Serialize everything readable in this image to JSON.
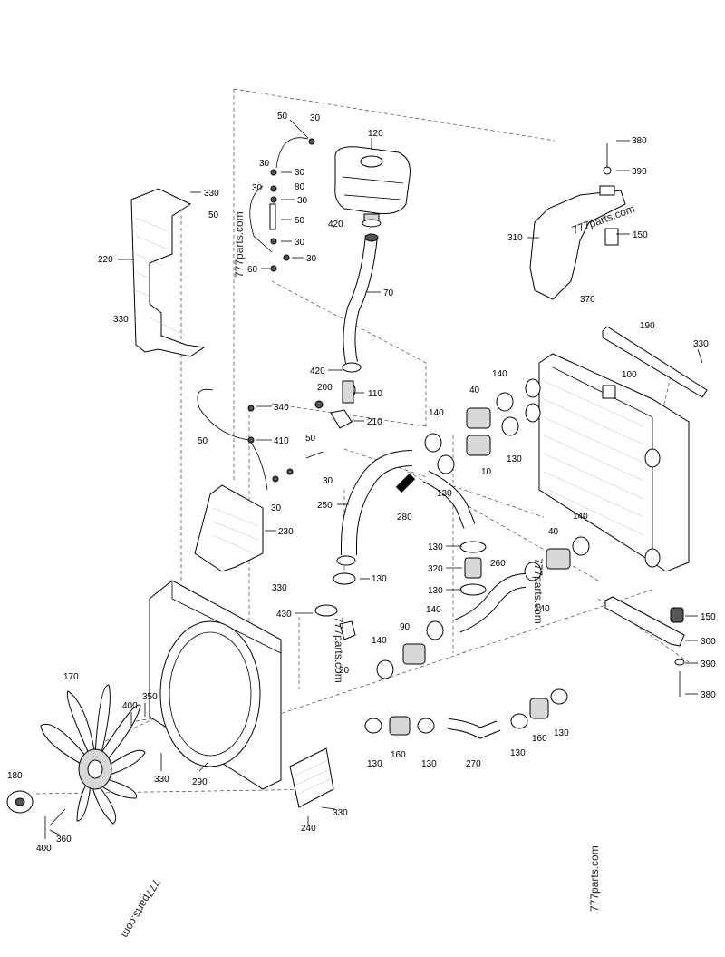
{
  "labels": [
    {
      "id": "l50a",
      "text": "50"
    },
    {
      "id": "l30a",
      "text": "30"
    },
    {
      "id": "l120",
      "text": "120"
    },
    {
      "id": "l380a",
      "text": "380"
    },
    {
      "id": "l390a",
      "text": "390"
    },
    {
      "id": "l30b",
      "text": "30"
    },
    {
      "id": "l30c",
      "text": "30"
    },
    {
      "id": "l30d",
      "text": "30"
    },
    {
      "id": "l80",
      "text": "80"
    },
    {
      "id": "l30e",
      "text": "30"
    },
    {
      "id": "l50b",
      "text": "50"
    },
    {
      "id": "l50c",
      "text": "50"
    },
    {
      "id": "l30f",
      "text": "30"
    },
    {
      "id": "l30g",
      "text": "30"
    },
    {
      "id": "l60",
      "text": "60"
    },
    {
      "id": "l420a",
      "text": "420"
    },
    {
      "id": "l330a",
      "text": "330"
    },
    {
      "id": "l220",
      "text": "220"
    },
    {
      "id": "l310",
      "text": "310"
    },
    {
      "id": "l150a",
      "text": "150"
    },
    {
      "id": "l70",
      "text": "70"
    },
    {
      "id": "l370",
      "text": "370"
    },
    {
      "id": "l330b",
      "text": "330"
    },
    {
      "id": "l190",
      "text": "190"
    },
    {
      "id": "l330c",
      "text": "330"
    },
    {
      "id": "l420b",
      "text": "420"
    },
    {
      "id": "l140a",
      "text": "140"
    },
    {
      "id": "l100",
      "text": "100"
    },
    {
      "id": "l200",
      "text": "200"
    },
    {
      "id": "l110",
      "text": "110"
    },
    {
      "id": "l40a",
      "text": "40"
    },
    {
      "id": "l340",
      "text": "340"
    },
    {
      "id": "l210",
      "text": "210"
    },
    {
      "id": "l140b",
      "text": "140"
    },
    {
      "id": "l130a",
      "text": "130"
    },
    {
      "id": "l50d",
      "text": "50"
    },
    {
      "id": "l410",
      "text": "410"
    },
    {
      "id": "l50e",
      "text": "50"
    },
    {
      "id": "l10",
      "text": "10"
    },
    {
      "id": "l30h",
      "text": "30"
    },
    {
      "id": "l30i",
      "text": "30"
    },
    {
      "id": "l250",
      "text": "250"
    },
    {
      "id": "l130b",
      "text": "130"
    },
    {
      "id": "l280",
      "text": "280"
    },
    {
      "id": "l230",
      "text": "230"
    },
    {
      "id": "l40b",
      "text": "40"
    },
    {
      "id": "l140c",
      "text": "140"
    },
    {
      "id": "l130c",
      "text": "130"
    },
    {
      "id": "l320",
      "text": "320"
    },
    {
      "id": "l260",
      "text": "260"
    },
    {
      "id": "l330d",
      "text": "330"
    },
    {
      "id": "l130d",
      "text": "130"
    },
    {
      "id": "l130e",
      "text": "130"
    },
    {
      "id": "l140d",
      "text": "140"
    },
    {
      "id": "l430",
      "text": "430"
    },
    {
      "id": "l140e",
      "text": "140"
    },
    {
      "id": "l150b",
      "text": "150"
    },
    {
      "id": "l90",
      "text": "90"
    },
    {
      "id": "l300",
      "text": "300"
    },
    {
      "id": "l140f",
      "text": "140"
    },
    {
      "id": "l20",
      "text": "20"
    },
    {
      "id": "l390b",
      "text": "390"
    },
    {
      "id": "l170",
      "text": "170"
    },
    {
      "id": "l400a",
      "text": "400"
    },
    {
      "id": "l350",
      "text": "350"
    },
    {
      "id": "l380b",
      "text": "380"
    },
    {
      "id": "l330e",
      "text": "330"
    },
    {
      "id": "l290",
      "text": "290"
    },
    {
      "id": "l130f",
      "text": "130"
    },
    {
      "id": "l160a",
      "text": "160"
    },
    {
      "id": "l130g",
      "text": "130"
    },
    {
      "id": "l270",
      "text": "270"
    },
    {
      "id": "l130h",
      "text": "130"
    },
    {
      "id": "l160b",
      "text": "160"
    },
    {
      "id": "l130i",
      "text": "130"
    },
    {
      "id": "l180",
      "text": "180"
    },
    {
      "id": "l330f",
      "text": "330"
    },
    {
      "id": "l240",
      "text": "240"
    },
    {
      "id": "l360",
      "text": "360"
    },
    {
      "id": "l400b",
      "text": "400"
    }
  ],
  "watermarks": [
    {
      "id": "w1",
      "text": "777parts.com"
    },
    {
      "id": "w2",
      "text": "777parts.com"
    },
    {
      "id": "w3",
      "text": "777parts.com"
    },
    {
      "id": "w4",
      "text": "777parts.com"
    },
    {
      "id": "w5",
      "text": "777parts.com"
    },
    {
      "id": "w6",
      "text": "777parts.com"
    }
  ]
}
